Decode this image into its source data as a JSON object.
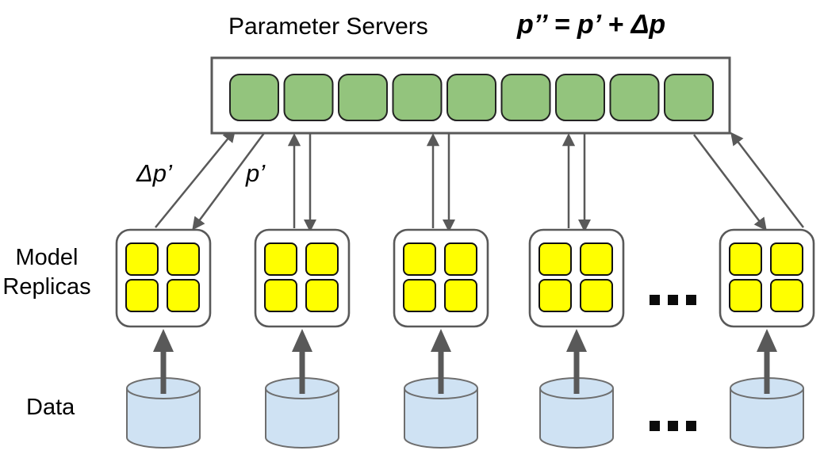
{
  "labels": {
    "parameter_servers": "Parameter Servers",
    "formula": "p’’ = p’ + Δp",
    "gradient_up": "Δp’",
    "params_down": "p’",
    "model_replicas": "Model Replicas",
    "data": "Data"
  },
  "diagram": {
    "parameter_server_shards": 9,
    "model_replicas_shown": 5,
    "chips_per_replica": 4,
    "data_shards_shown": 5,
    "ellipsis_rows": 2,
    "colors": {
      "server_fill": "#93c47d",
      "server_stroke": "#222222",
      "chip_fill": "#ffff00",
      "chip_stroke": "#111111",
      "data_fill": "#cfe2f3",
      "data_stroke": "#6e6e6e",
      "line": "#595959",
      "dot": "#0b0b0b",
      "text": "#000000",
      "background": "#ffffff"
    }
  }
}
